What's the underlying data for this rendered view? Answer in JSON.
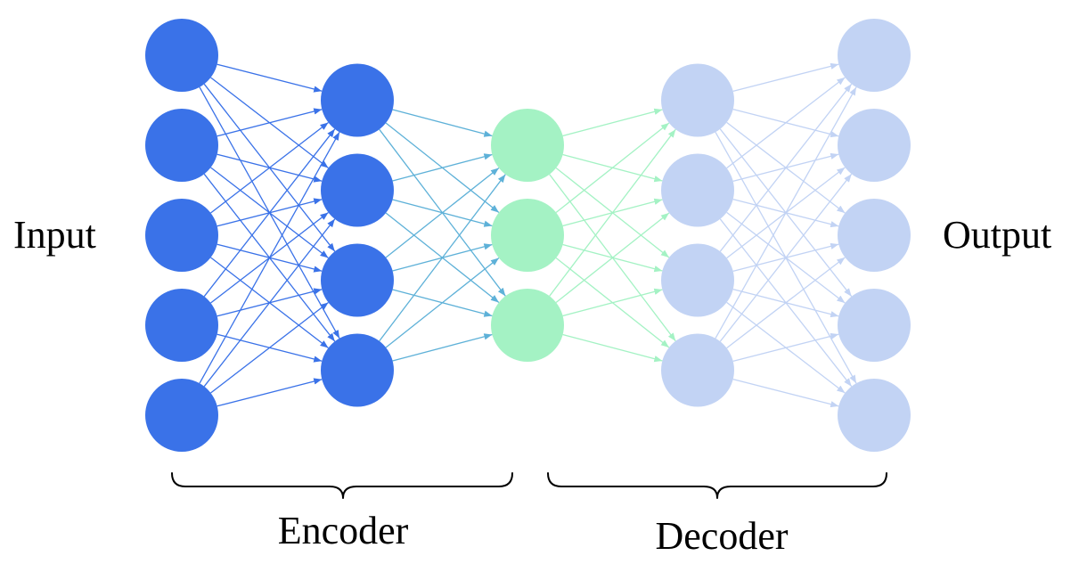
{
  "labels": {
    "input": "Input",
    "output": "Output",
    "encoder": "Encoder",
    "decoder": "Decoder"
  },
  "network": {
    "layer_sizes": [
      5,
      4,
      3,
      4,
      5
    ],
    "node_colors": [
      "#3a72e8",
      "#3a72e8",
      "#a4f2c4",
      "#c2d3f4",
      "#c2d3f4"
    ],
    "edge_colors": [
      "#3a72e8",
      "#5eb1d8",
      "#a4f2c4",
      "#c2d3f4"
    ]
  }
}
